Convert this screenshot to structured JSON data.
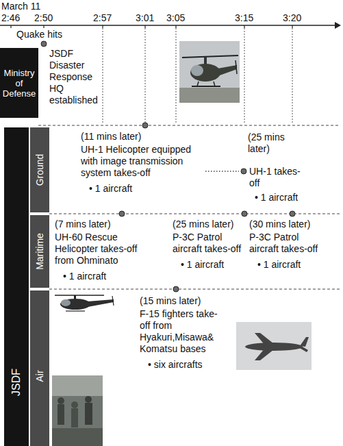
{
  "diagram": {
    "nodes": [
      {
        "text": [
          "Ministry of Defense"
        ]
      },
      {
        "text": [
          "JSDF"
        ]
      },
      {
        "text": [
          "Ground"
        ]
      },
      {
        "text": [
          "Maritime"
        ]
      },
      {
        "text": [
          "Air"
        ]
      }
    ],
    "labels": [
      "March 11",
      "2:46",
      "2:50",
      "2:57",
      "3:01",
      "3:05",
      "3:15",
      "3:20",
      "Quake hits",
      "JSDF Disaster Response HQ established",
      "(11 mins later)",
      "UH-1 Helicopter equipped with image transmission system takes-off",
      "• 1 aircraft",
      "(25 mins later)",
      "UH-1 takes-off",
      "• 1 aircraft",
      "(7 mins later)",
      "UH-60 Rescue Helicopter takes-off from Ohminato",
      "• 1 aircraft",
      "(25 mins later)",
      "P-3C Patrol aircraft takes-off",
      "• 1 aircraft",
      "(30 mins later)",
      "P-3C Patrol aircraft takes-off",
      "• 1 aircraft",
      "(15 mins later)",
      "F-15 fighters take-off from Hyakuri,Misawa& Komatsu bases",
      "• six aircrafts"
    ]
  }
}
